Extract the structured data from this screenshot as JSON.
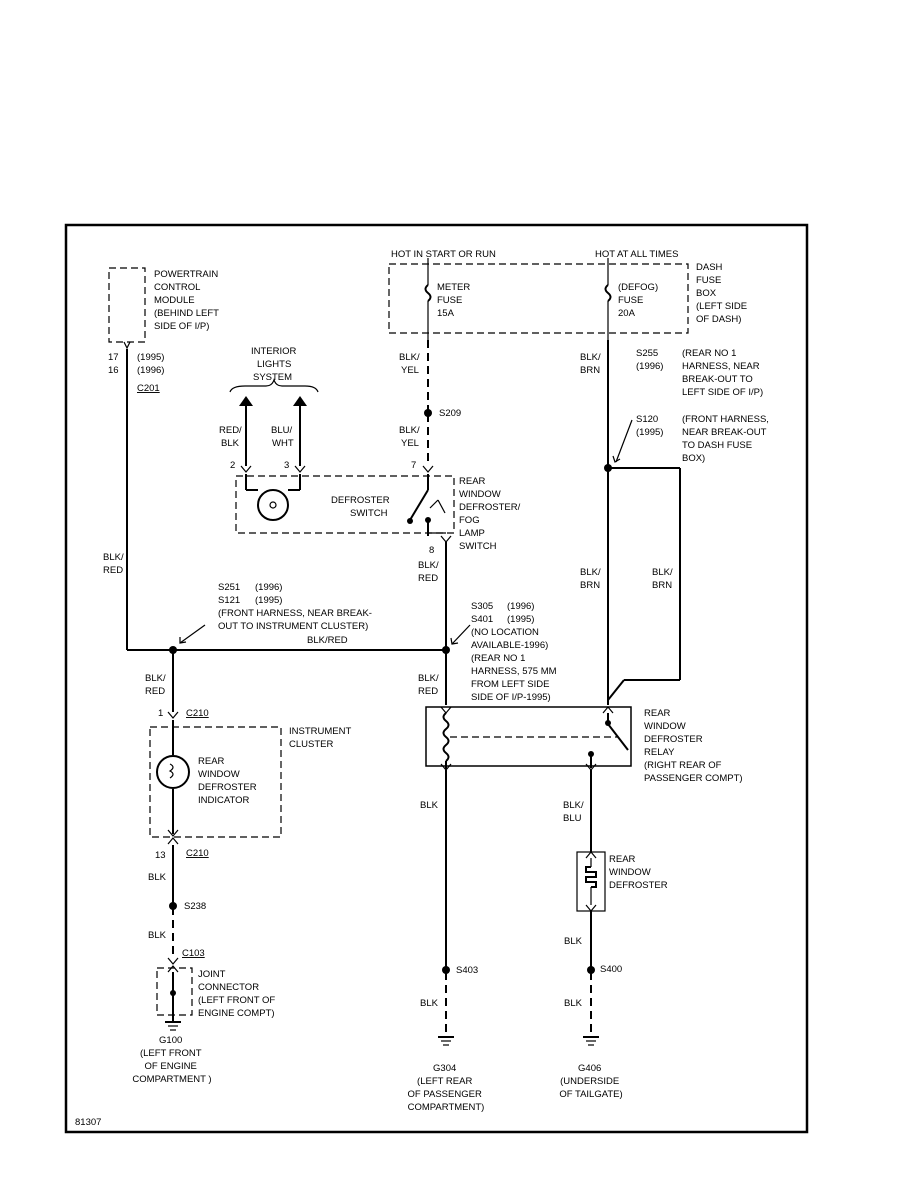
{
  "labels": {
    "hot_run": "HOT IN START OR RUN",
    "hot_all": "HOT AT ALL TIMES",
    "dash_fuse_box": [
      "DASH",
      "FUSE",
      "BOX",
      "(LEFT SIDE",
      "OF DASH)"
    ],
    "meter_fuse": [
      "METER",
      "FUSE",
      "15A"
    ],
    "defog_fuse": [
      "(DEFOG)",
      "FUSE",
      "20A"
    ],
    "pcm": [
      "POWERTRAIN",
      "CONTROL",
      "MODULE",
      "(BEHIND LEFT",
      "SIDE OF I/P)"
    ],
    "pcm_pins": [
      "17",
      "16"
    ],
    "pcm_years": [
      "(1995)",
      "(1996)"
    ],
    "c201": "C201",
    "interior_lights": [
      "INTERIOR",
      "LIGHTS",
      "SYSTEM"
    ],
    "wire_red_blk": [
      "RED/",
      "BLK"
    ],
    "wire_blu_wht": [
      "BLU/",
      "WHT"
    ],
    "wire_blk_yel_1": [
      "BLK/",
      "YEL"
    ],
    "wire_blk_yel_2": [
      "BLK/",
      "YEL"
    ],
    "s209": "S209",
    "pin_2": "2",
    "pin_3": "3",
    "pin_7": "7",
    "pin_8": "8",
    "defroster_switch": [
      "DEFROSTER",
      "SWITCH"
    ],
    "switch_assembly": [
      "REAR",
      "WINDOW",
      "DEFROSTER/",
      "FOG",
      "LAMP",
      "SWITCH"
    ],
    "wire_blk_brn_1": [
      "BLK/",
      "BRN"
    ],
    "s255": [
      "S255",
      "(1996)"
    ],
    "s255_desc": [
      "(REAR NO 1",
      "HARNESS, NEAR",
      "BREAK-OUT TO",
      "LEFT SIDE OF I/P)"
    ],
    "s120": [
      "S120",
      "(1995)"
    ],
    "s120_desc": [
      "(FRONT HARNESS,",
      "NEAR BREAK-OUT",
      "TO DASH FUSE",
      "BOX)"
    ],
    "wire_blk_red_left": [
      "BLK/",
      "RED"
    ],
    "wire_blk_red_sw": [
      "BLK/",
      "RED"
    ],
    "s251": [
      "S251",
      "(1996)"
    ],
    "s121": [
      "S121",
      "(1995)"
    ],
    "s251_desc": [
      "(FRONT HARNESS, NEAR BREAK-",
      "OUT TO INSTRUMENT CLUSTER)"
    ],
    "blk_red_horizontal": "BLK/RED",
    "wire_blk_brn_2": [
      "BLK/",
      "BRN"
    ],
    "wire_blk_brn_3": [
      "BLK/",
      "BRN"
    ],
    "s305": [
      "S305",
      "(1996)"
    ],
    "s401": [
      "S401",
      "(1995)"
    ],
    "s305_desc": [
      "(NO LOCATION",
      "AVAILABLE-1996)",
      "(REAR NO 1",
      "HARNESS, 575 MM",
      "FROM LEFT SIDE",
      "SIDE OF I/P-1995)"
    ],
    "wire_blk_red_cluster": [
      "BLK/",
      "RED"
    ],
    "wire_blk_red_relay": [
      "BLK/",
      "RED"
    ],
    "pin_1": "1",
    "c210_top": "C210",
    "instrument_cluster": [
      "INSTRUMENT",
      "CLUSTER"
    ],
    "indicator": [
      "REAR",
      "WINDOW",
      "DEFROSTER",
      "INDICATOR"
    ],
    "relay": [
      "REAR",
      "WINDOW",
      "DEFROSTER",
      "RELAY",
      "(RIGHT REAR OF",
      "PASSENGER COMPT)"
    ],
    "pin_13": "13",
    "c210_bottom": "C210",
    "wire_blk_1": "BLK",
    "s238": "S238",
    "wire_blk_2": "BLK",
    "c103": "C103",
    "joint_connector": [
      "JOINT",
      "CONNECTOR",
      "(LEFT FRONT OF",
      "ENGINE COMPT)"
    ],
    "g100": [
      "G100",
      "(LEFT FRONT",
      "OF ENGINE",
      "COMPARTMENT )"
    ],
    "wire_blk_3": "BLK",
    "s403": "S403",
    "wire_blk_4": "BLK",
    "g304": [
      "G304",
      "(LEFT REAR",
      "OF PASSENGER",
      "COMPARTMENT)"
    ],
    "wire_blk_blu": [
      "BLK/",
      "BLU"
    ],
    "rear_defroster": [
      "REAR",
      "WINDOW",
      "DEFROSTER"
    ],
    "wire_blk_5": "BLK",
    "s400": "S400",
    "wire_blk_6": "BLK",
    "g406": [
      "G406",
      "(UNDERSIDE",
      "OF TAILGATE)"
    ],
    "figure_id": "81307"
  }
}
